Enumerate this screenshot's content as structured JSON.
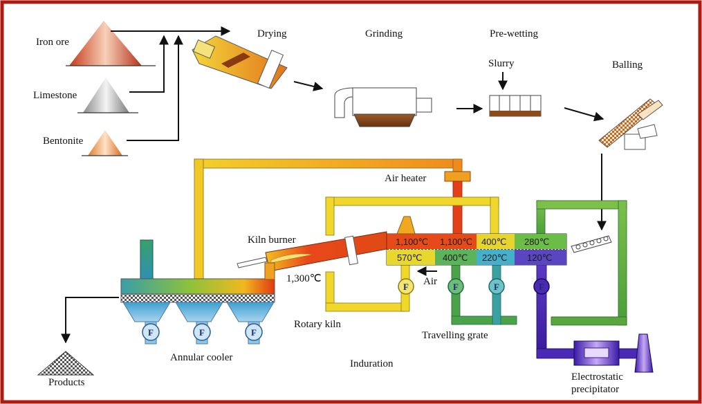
{
  "labels": {
    "iron_ore": "Iron ore",
    "limestone": "Limestone",
    "bentonite": "Bentonite",
    "drying": "Drying",
    "grinding": "Grinding",
    "pre_wetting": "Pre-wetting",
    "slurry": "Slurry",
    "balling": "Balling",
    "air_heater": "Air heater",
    "kiln_burner": "Kiln burner",
    "kiln_temp": "1,300℃",
    "air": "Air",
    "rotary_kiln": "Rotary kiln",
    "travelling_grate": "Travelling grate",
    "annular_cooler": "Annular cooler",
    "induration": "Induration",
    "products": "Products",
    "precipitator_line1": "Electrostatic",
    "precipitator_line2": "precipitator"
  },
  "grate_temps": {
    "upper": [
      "1,100℃",
      "1,100℃",
      "400℃",
      "280℃"
    ],
    "lower": [
      "570℃",
      "400℃",
      "220℃",
      "120℃"
    ]
  },
  "fan_label": "F",
  "colors": {
    "frame": "#b01a10",
    "hot": "#e23a12",
    "warm": "#f19a1c",
    "yellow": "#e6d32a",
    "green": "#5fb04a",
    "teal": "#3f9ea0",
    "blue": "#4a7fc4",
    "purple": "#4a2a9a"
  }
}
